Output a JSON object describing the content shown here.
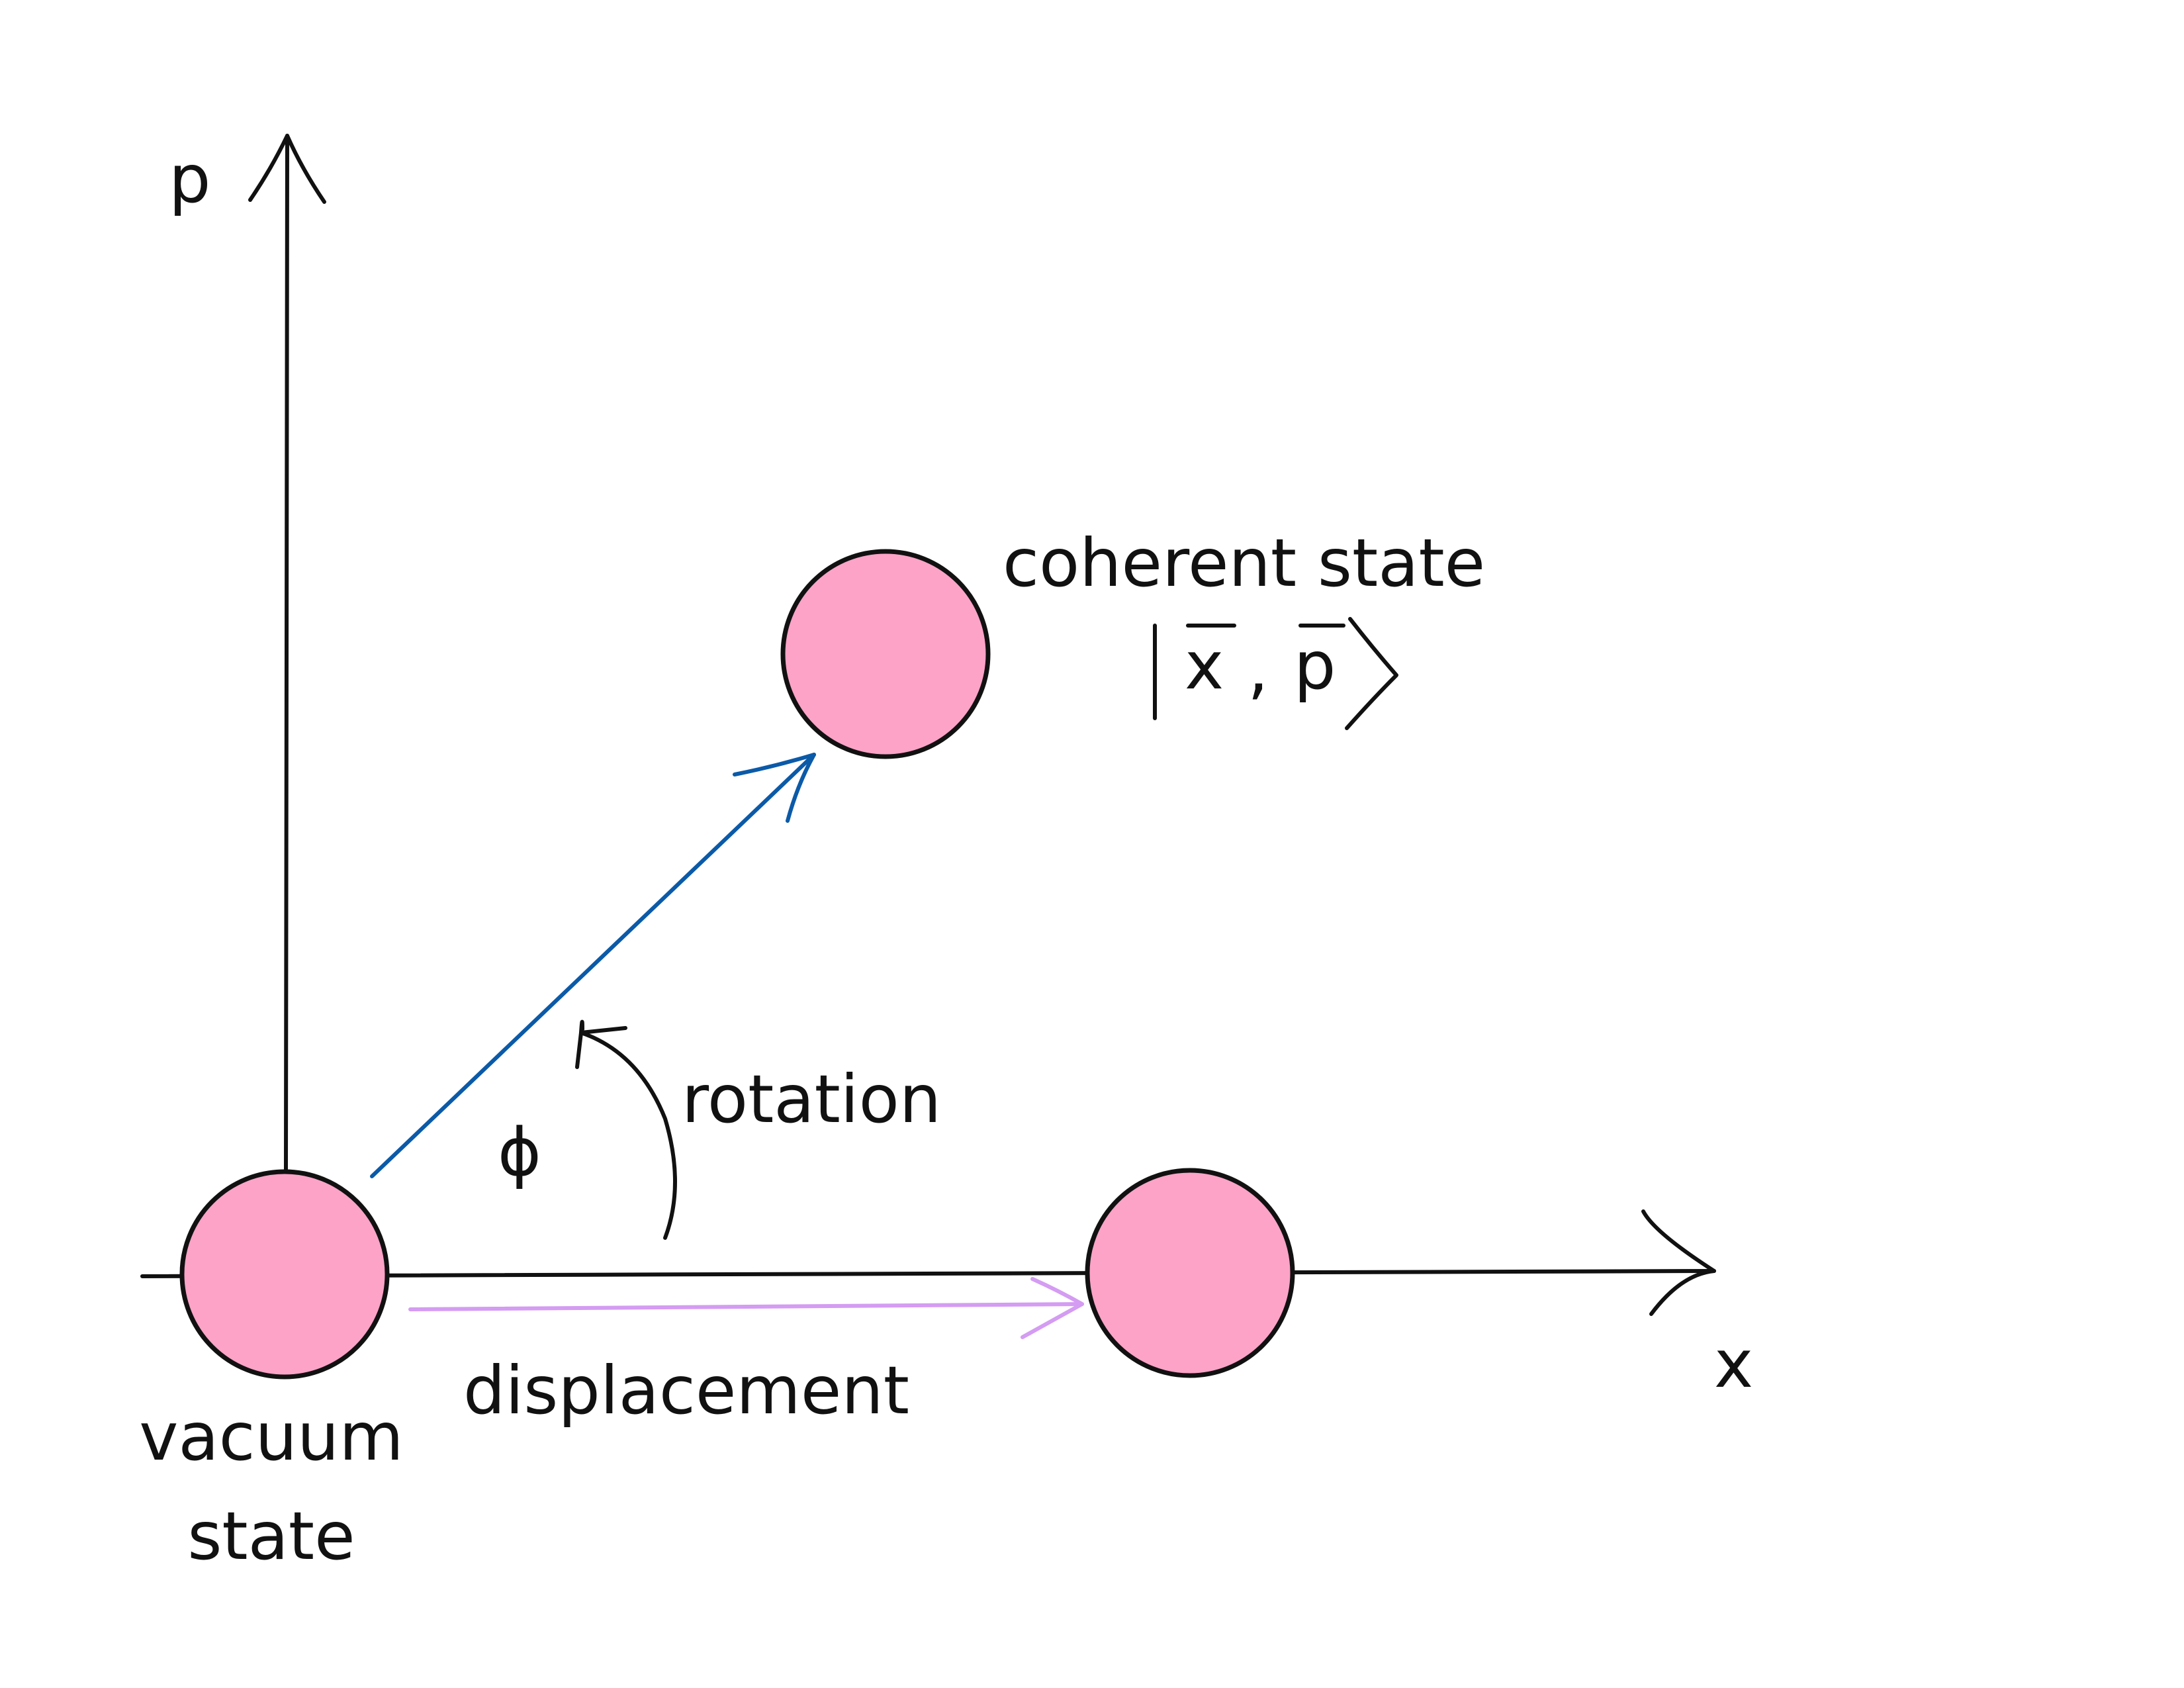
{
  "axes": {
    "x_label": "x",
    "p_label": "p"
  },
  "states": {
    "vacuum": {
      "label_line1": "vacuum",
      "label_line2": "state"
    },
    "coherent": {
      "label": "coherent state",
      "ket_x": "x",
      "ket_sep": ",",
      "ket_p": "p"
    },
    "displaced": {}
  },
  "operations": {
    "rotation_label": "rotation",
    "angle_symbol": "ϕ",
    "displacement_label": "displacement"
  },
  "colors": {
    "state_fill": "#fca3c7",
    "rotation_arrow": "#0b5aa8",
    "displacement_arrow": "#d49cf2",
    "ink": "#111111"
  }
}
